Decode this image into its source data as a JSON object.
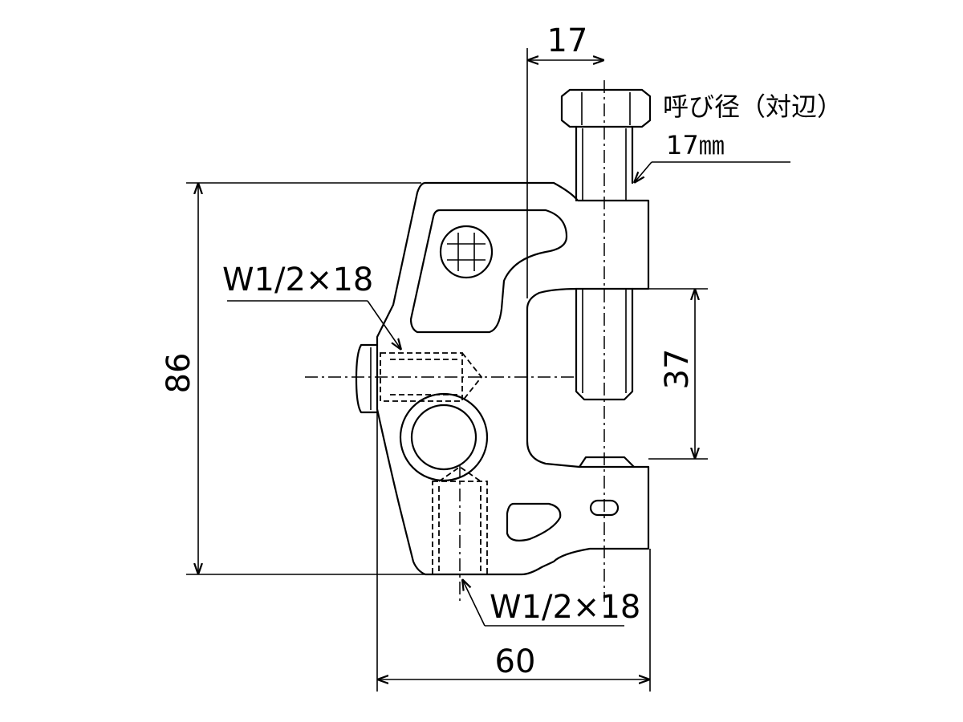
{
  "dimensions": {
    "width_17": "17",
    "height_86": "86",
    "gap_37": "37",
    "width_60": "60"
  },
  "callouts": {
    "bolt_label_line1": "呼び径（対辺）",
    "bolt_label_line2": "17㎜",
    "thread_side": "W1/2×18",
    "thread_bottom": "W1/2×18"
  }
}
